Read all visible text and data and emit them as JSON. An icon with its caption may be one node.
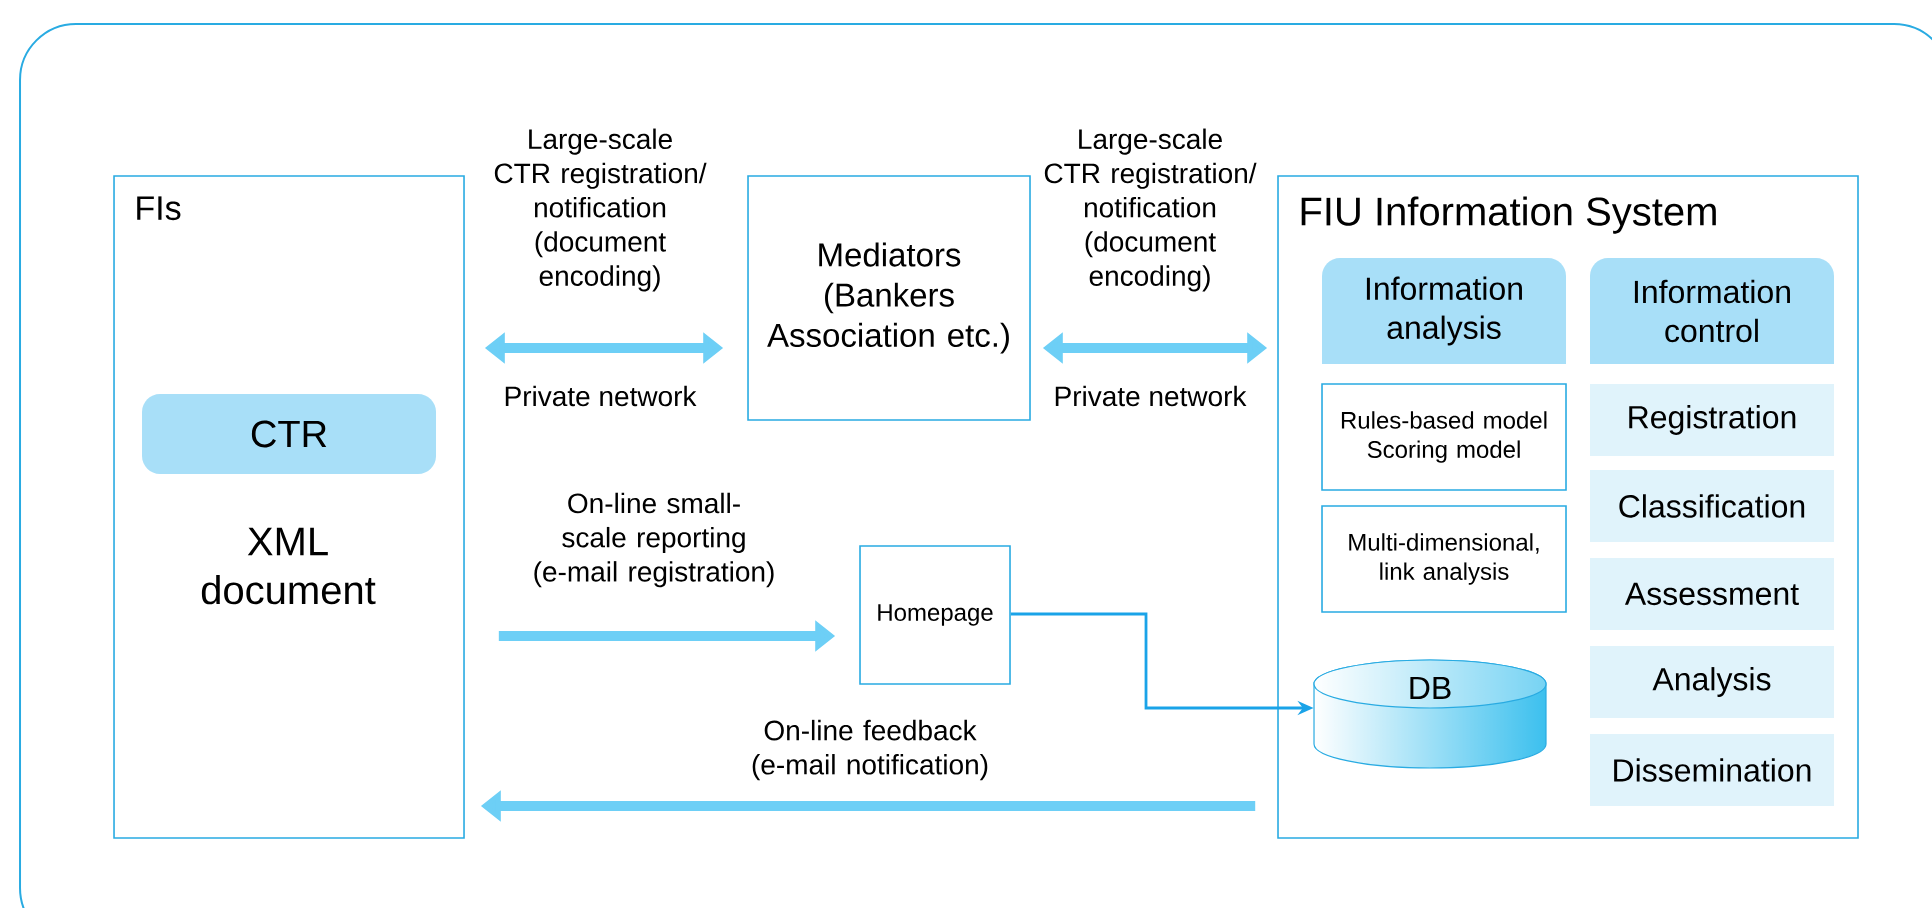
{
  "diagram": {
    "nodes": [
      {
        "text": [
          "FIs",
          "XML document"
        ]
      },
      {
        "text": [
          "CTR"
        ],
        "in": 0
      },
      {
        "text": [
          "Mediators (Bankers Association etc.)"
        ]
      },
      {
        "text": [
          "Homepage"
        ]
      },
      {
        "text": [
          "FIU Information System"
        ]
      },
      {
        "text": [
          "Information analysis"
        ],
        "in": 4
      },
      {
        "text": [
          "Rules-based model Scoring model"
        ],
        "in": 4
      },
      {
        "text": [
          "Multi-dimensional, link analysis"
        ],
        "in": 4
      },
      {
        "text": [
          "DB"
        ],
        "in": 4
      },
      {
        "text": [
          "Information control"
        ],
        "in": 4
      },
      {
        "text": [
          "Registration"
        ],
        "in": 4
      },
      {
        "text": [
          "Classification"
        ],
        "in": 4
      },
      {
        "text": [
          "Assessment"
        ],
        "in": 4
      },
      {
        "text": [
          "Analysis"
        ],
        "in": 4
      },
      {
        "text": [
          "Dissemination"
        ],
        "in": 4
      }
    ],
    "edges": [
      {
        "from": 0,
        "to": 2,
        "arrow": "both",
        "label": "Large-scale CTR registration/ notification (document encoding)"
      },
      {
        "from": 2,
        "to": 4,
        "arrow": "both",
        "label": "Large-scale CTR registration/ notification (document encoding)"
      },
      {
        "from": 0,
        "to": 3,
        "arrow": "to",
        "label": "On-line small-scale reporting (e-mail registration)"
      },
      {
        "from": 3,
        "to": 8,
        "arrow": "to",
        "color": "#1aa3e8"
      },
      {
        "from": 4,
        "to": 0,
        "arrow": "to",
        "label": "On-line feedback (e-mail notification)"
      }
    ],
    "labels": [
      "Private network",
      "Private network"
    ]
  }
}
